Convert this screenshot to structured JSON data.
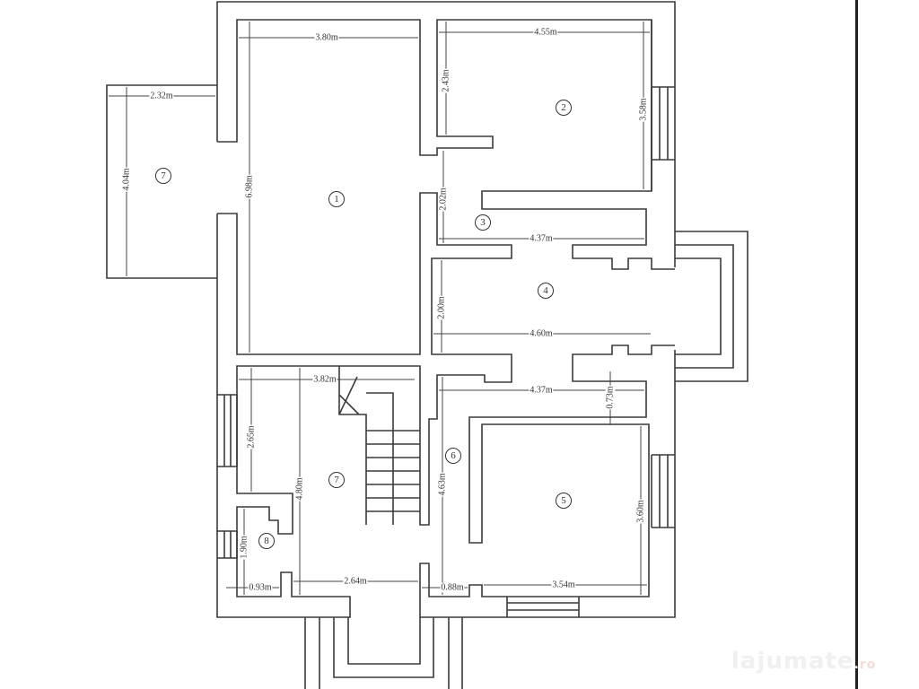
{
  "rooms": [
    "1",
    "2",
    "3",
    "4",
    "5",
    "6",
    "7",
    "7",
    "8"
  ],
  "dimensions": {
    "room1_width": "3.80m",
    "room1_length": "6.98m",
    "room2_width": "4.55m",
    "room2_side": "2.43m",
    "room2_length": "3.58m",
    "balcony_width": "2.32m",
    "balcony_length": "4.04m",
    "corridor3_side": "2.02m",
    "corridor3_width": "4.37m",
    "room4_side": "2.00m",
    "room4_width": "4.60m",
    "room7_width": "3.82m",
    "corridor6_width": "4.37m",
    "corridor6_gap": "0.73m",
    "room7_window_side": "2.65m",
    "room7_length": "4.80m",
    "corridor6_length": "4.63m",
    "room5_length": "3.60m",
    "room8_length": "1.90m",
    "room8_width": "0.93m",
    "entrance_width": "2.64m",
    "corridor6_door": "0.88m",
    "room5_width": "3.54m"
  },
  "watermark": {
    "brand": "lajumate",
    "tld": ".ro"
  }
}
